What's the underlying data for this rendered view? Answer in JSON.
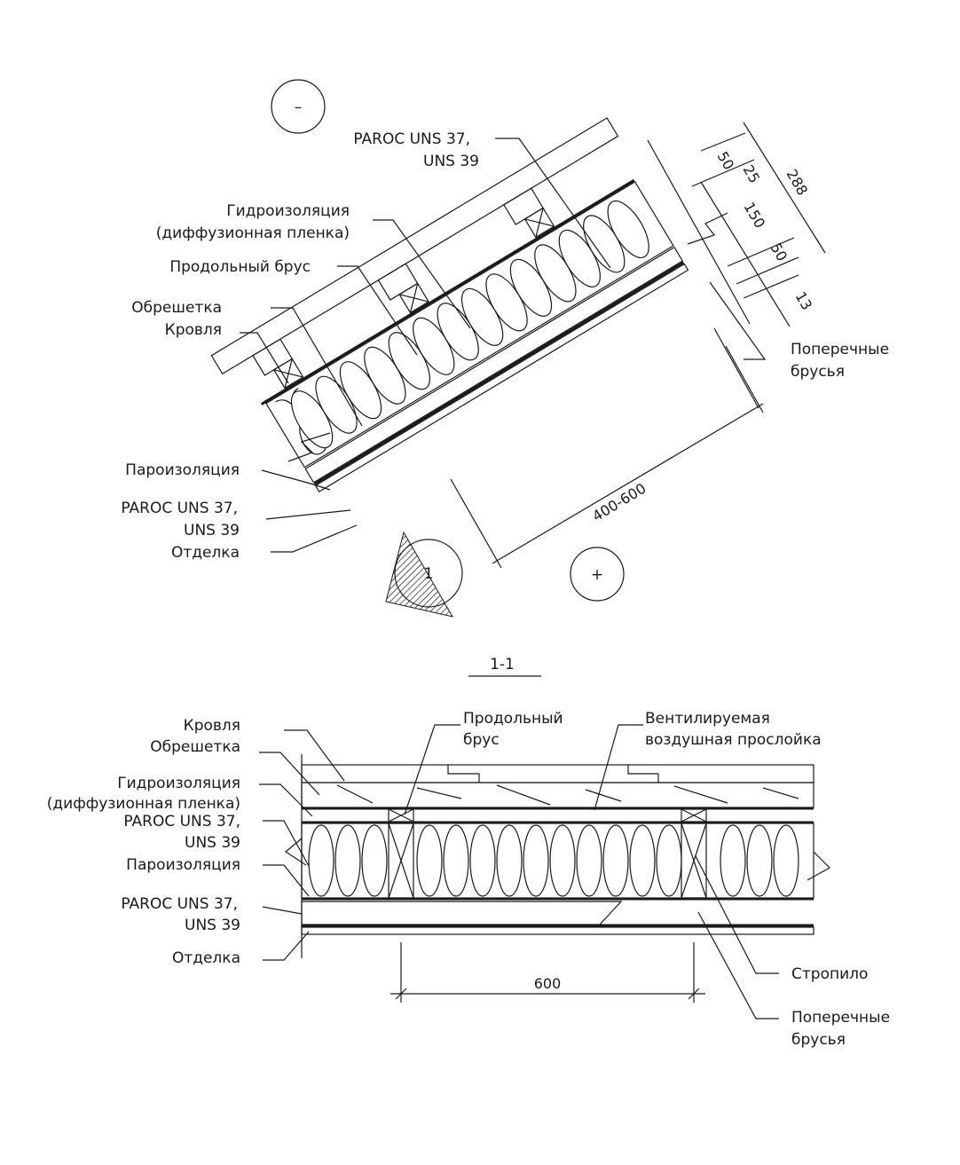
{
  "top_drawing": {
    "marker_minus": "–",
    "marker_plus": "+",
    "marker_section": "1",
    "labels": {
      "paroc_top_1": "PAROC UNS 37,",
      "paroc_top_2": "UNS 39",
      "hydro_1": "Гидроизоляция",
      "hydro_2": "(диффузионная пленка)",
      "batten": "Продольный брус",
      "lathing": "Обрешетка",
      "roofing": "Кровля",
      "vapor": "Пароизоляция",
      "paroc_bot_1": "PAROC UNS 37,",
      "paroc_bot_2": "UNS 39",
      "finish": "Отделка",
      "cross_1": "Поперечные",
      "cross_2": "брусья"
    },
    "dimensions": {
      "d50a": "50",
      "d25": "25",
      "d288": "288",
      "d150": "150",
      "d50b": "50",
      "d13": "13",
      "spacing": "400-600"
    }
  },
  "section": {
    "title": "1-1",
    "labels": {
      "roofing": "Кровля",
      "lathing": "Обрешетка",
      "batten_1": "Продольный",
      "batten_2": "брус",
      "vent_1": "Вентилируемая",
      "vent_2": "воздушная прослойка",
      "hydro_1": "Гидроизоляция",
      "hydro_2": "(диффузионная пленка)",
      "paroc_a_1": "PAROC UNS 37,",
      "paroc_a_2": "UNS 39",
      "vapor": "Пароизоляция",
      "paroc_b_1": "PAROC UNS 37,",
      "paroc_b_2": "UNS 39",
      "finish": "Отделка",
      "rafter": "Стропило",
      "cross_1": "Поперечные",
      "cross_2": "брусья"
    },
    "dimension": "600"
  }
}
